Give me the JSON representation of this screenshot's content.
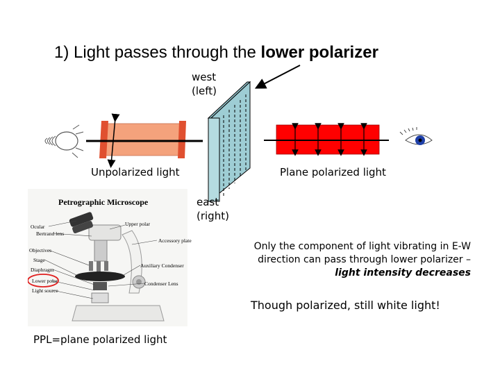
{
  "title": {
    "prefix": "1) Light passes through the ",
    "bold": "lower polarizer"
  },
  "labels": {
    "west_line1": "west",
    "west_line2": "(left)",
    "east_line1": "east",
    "east_line2": "(right)",
    "unpolarized": "Unpolarized light",
    "plane_polarized": "Plane polarized light"
  },
  "description": {
    "line1": "Only the component of light vibrating in E-W",
    "line2": "direction can pass through lower polarizer –",
    "line3_bold": "light intensity decreases"
  },
  "note": "Though polarized, still white light!",
  "footer": "PPL=plane polarized light",
  "microscope": {
    "title": "Petrographic Microscope",
    "parts_left": [
      "Ocular",
      "Bertrand lens",
      "Objectives",
      "Stage",
      "Diaphragm",
      "Lower polar",
      "Light source"
    ],
    "parts_right": [
      "Upper polar",
      "Accessory plate",
      "Auxiliary Condenser",
      "Condenser Lens"
    ]
  },
  "colors": {
    "unpolarized_beam": "#f4a27c",
    "polarized_beam": "#ff0000",
    "polarizer_plate": "#b5dbe0",
    "pupil": "#1e3fa8",
    "highlight_circle": "#e02020"
  }
}
